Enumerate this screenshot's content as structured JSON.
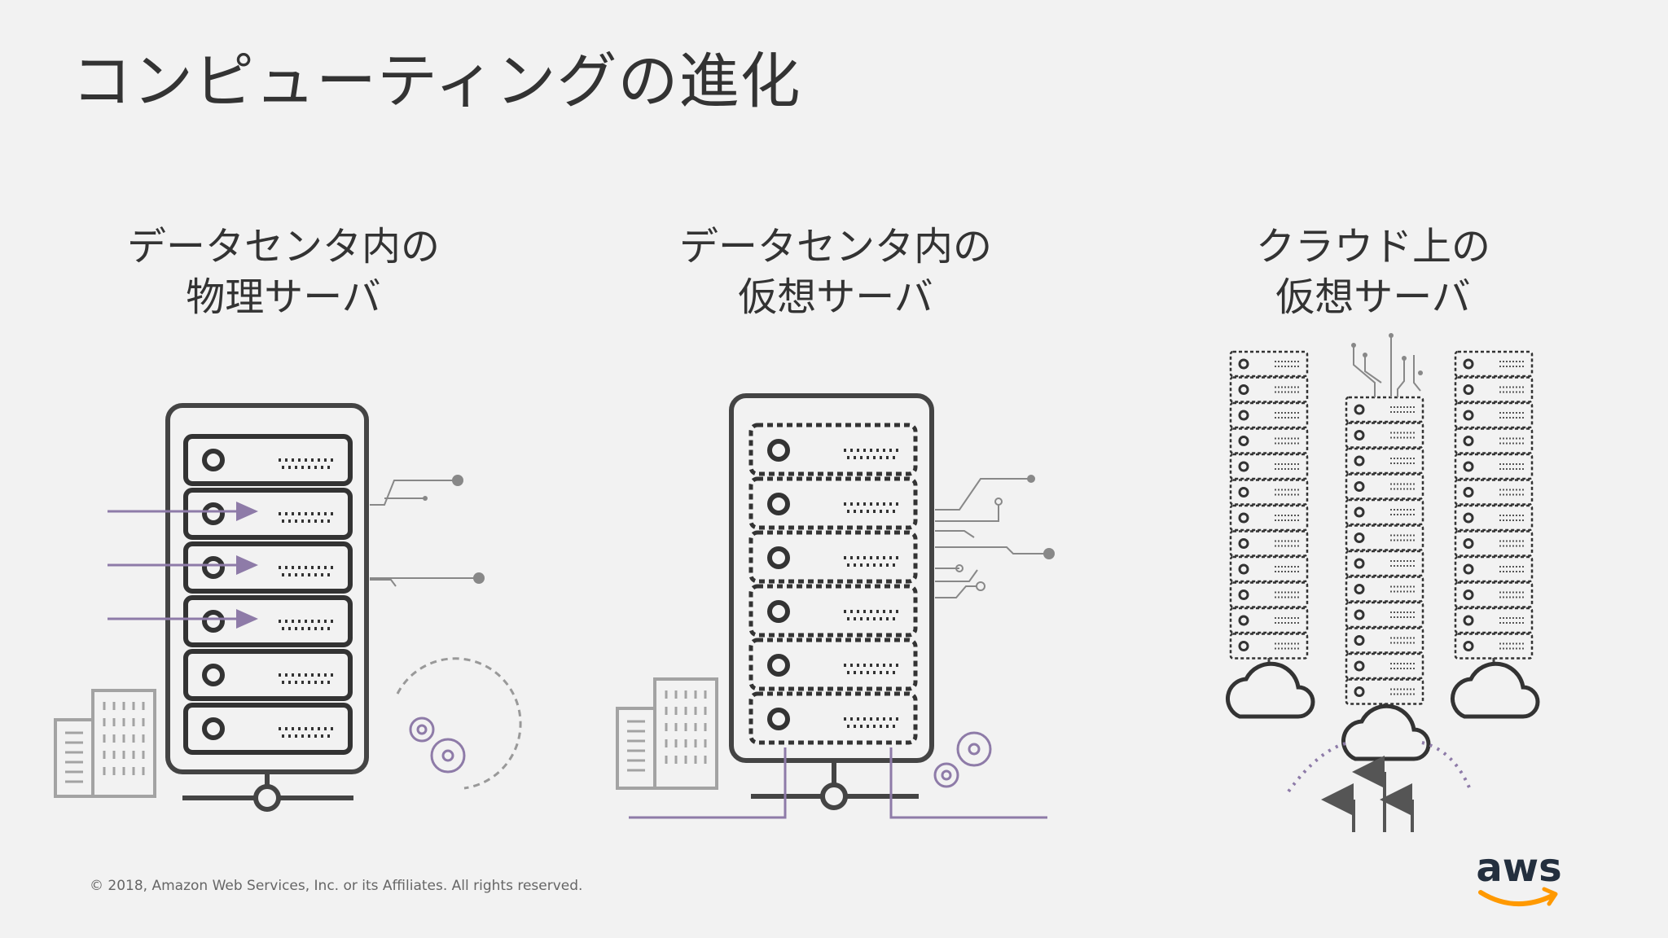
{
  "title": "コンピューティングの進化",
  "columns": [
    {
      "line1": "データセンタ内の",
      "line2": "物理サーバ"
    },
    {
      "line1": "データセンタ内の",
      "line2": "仮想サーバ"
    },
    {
      "line1": "クラウド上の",
      "line2": "仮想サーバ"
    }
  ],
  "footer": {
    "copyright": "© 2018, Amazon Web Services, Inc. or its Affiliates. All rights reserved."
  },
  "logo": {
    "text": "aws"
  },
  "colors": {
    "line": "#333333",
    "accent": "#8e7ba8",
    "gray": "#999999",
    "logo_orange": "#ff9900",
    "background": "#f2f2f2"
  }
}
